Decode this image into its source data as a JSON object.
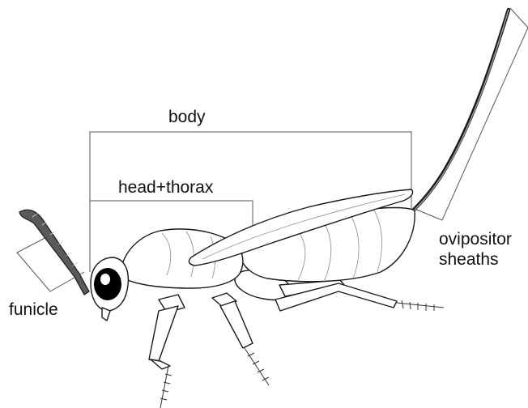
{
  "labels": {
    "body": "body",
    "head_thorax": "head+thorax",
    "funicle": "funicle",
    "ovipositor_line1": "ovipositor",
    "ovipositor_line2": "sheaths"
  },
  "colors": {
    "line": "#1a1a1a",
    "bracket": "#555555",
    "antenna": "#5a5a5a",
    "eye": "#000000",
    "background": "#ffffff"
  }
}
